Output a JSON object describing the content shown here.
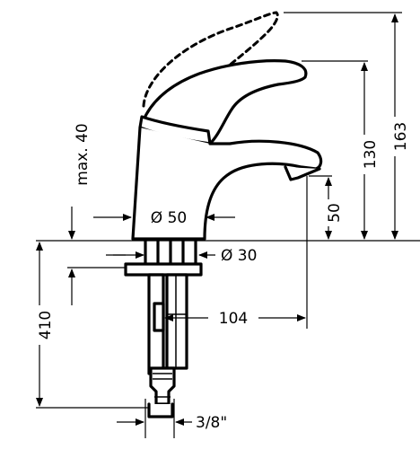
{
  "dimensions": {
    "max_height": "max. 40",
    "body_diameter": "Ø 50",
    "hose_diameter": "Ø 30",
    "spout_reach": "104",
    "spout_height": "50",
    "lever_height": "130",
    "overall_height": "163",
    "below_deck_length": "410",
    "connection_thread": "3/8\""
  },
  "colors": {
    "ink": "#000000",
    "paper": "#ffffff"
  }
}
